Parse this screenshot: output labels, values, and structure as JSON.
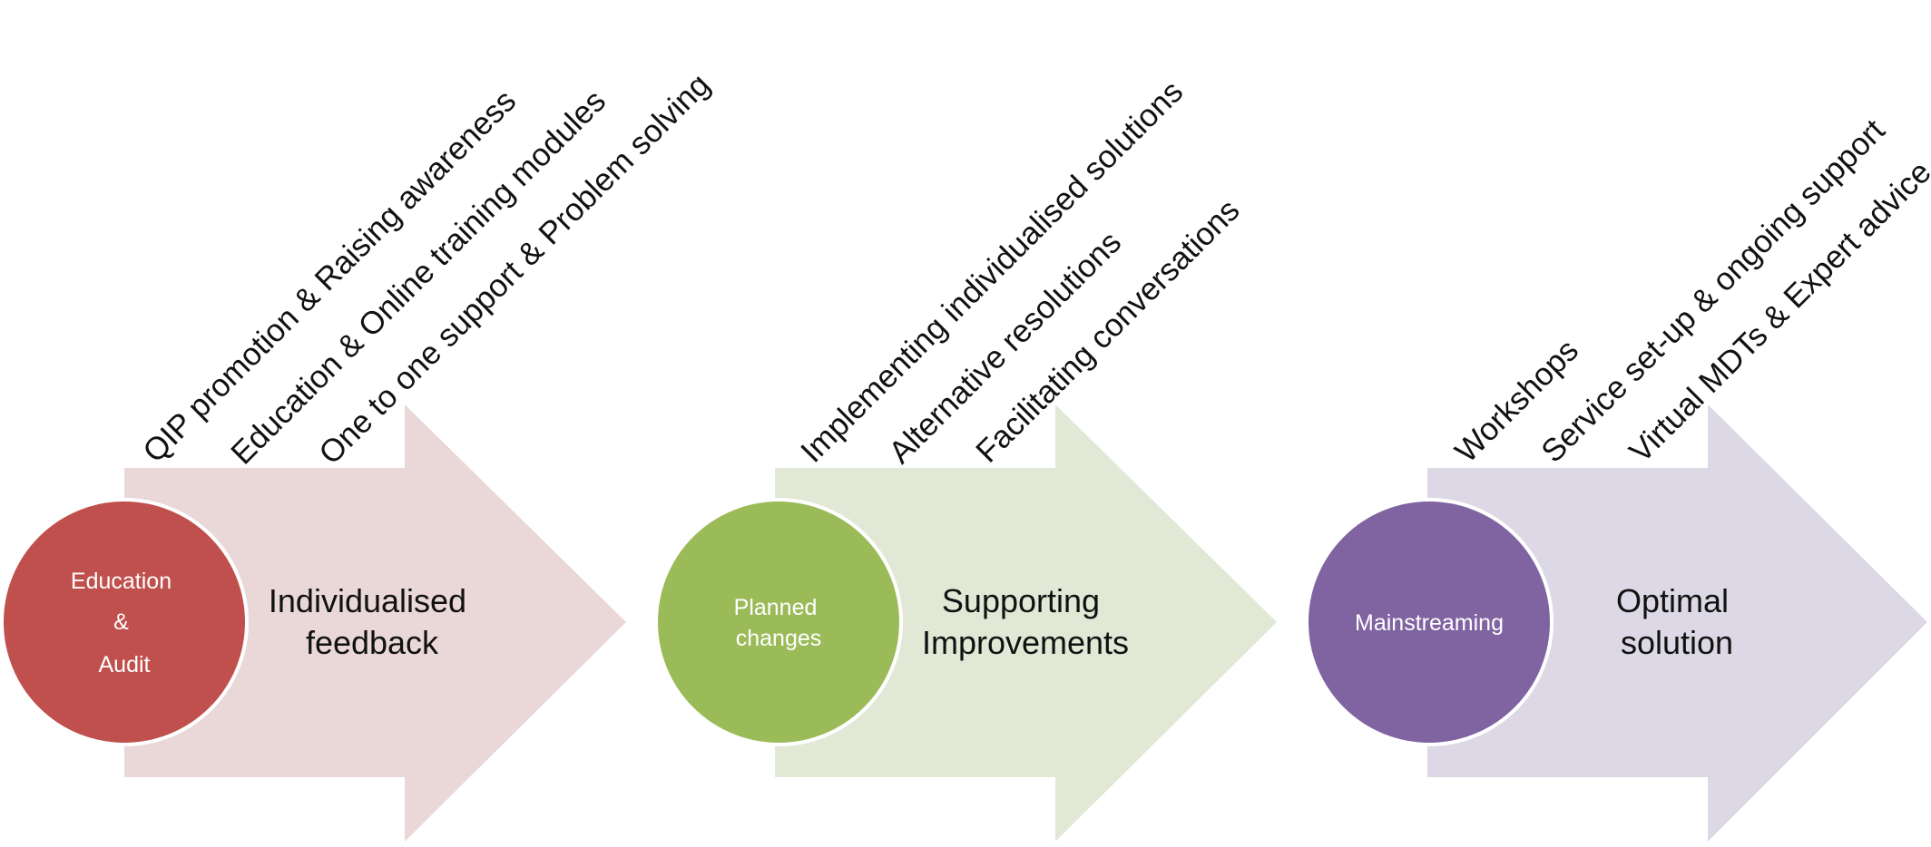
{
  "stages": [
    {
      "circle_lines": [
        "Education",
        "&",
        "Audit"
      ],
      "arrow_lines": [
        "Individualised",
        "feedback"
      ],
      "bullets": [
        "QIP promotion & Raising awareness",
        "Education & Online training modules",
        "One to one support & Problem solving"
      ],
      "arrow_color": "#ead8d9",
      "circle_color": "#c0504d"
    },
    {
      "circle_lines": [
        "Planned",
        "changes"
      ],
      "arrow_lines": [
        "Supporting",
        "Improvements"
      ],
      "bullets": [
        "Implementing individualised solutions",
        "Alternative resolutions",
        "Facilitating conversations"
      ],
      "arrow_color": "#e1e9d6",
      "circle_color": "#9bbb59"
    },
    {
      "circle_lines": [
        "Mainstreaming"
      ],
      "arrow_lines": [
        "Optimal",
        "solution"
      ],
      "bullets": [
        "Workshops",
        "Service set-up & ongoing support",
        "Virtual MDTs & Expert advice"
      ],
      "arrow_color": "#ddd8e5",
      "circle_color": "#8064a2"
    }
  ]
}
